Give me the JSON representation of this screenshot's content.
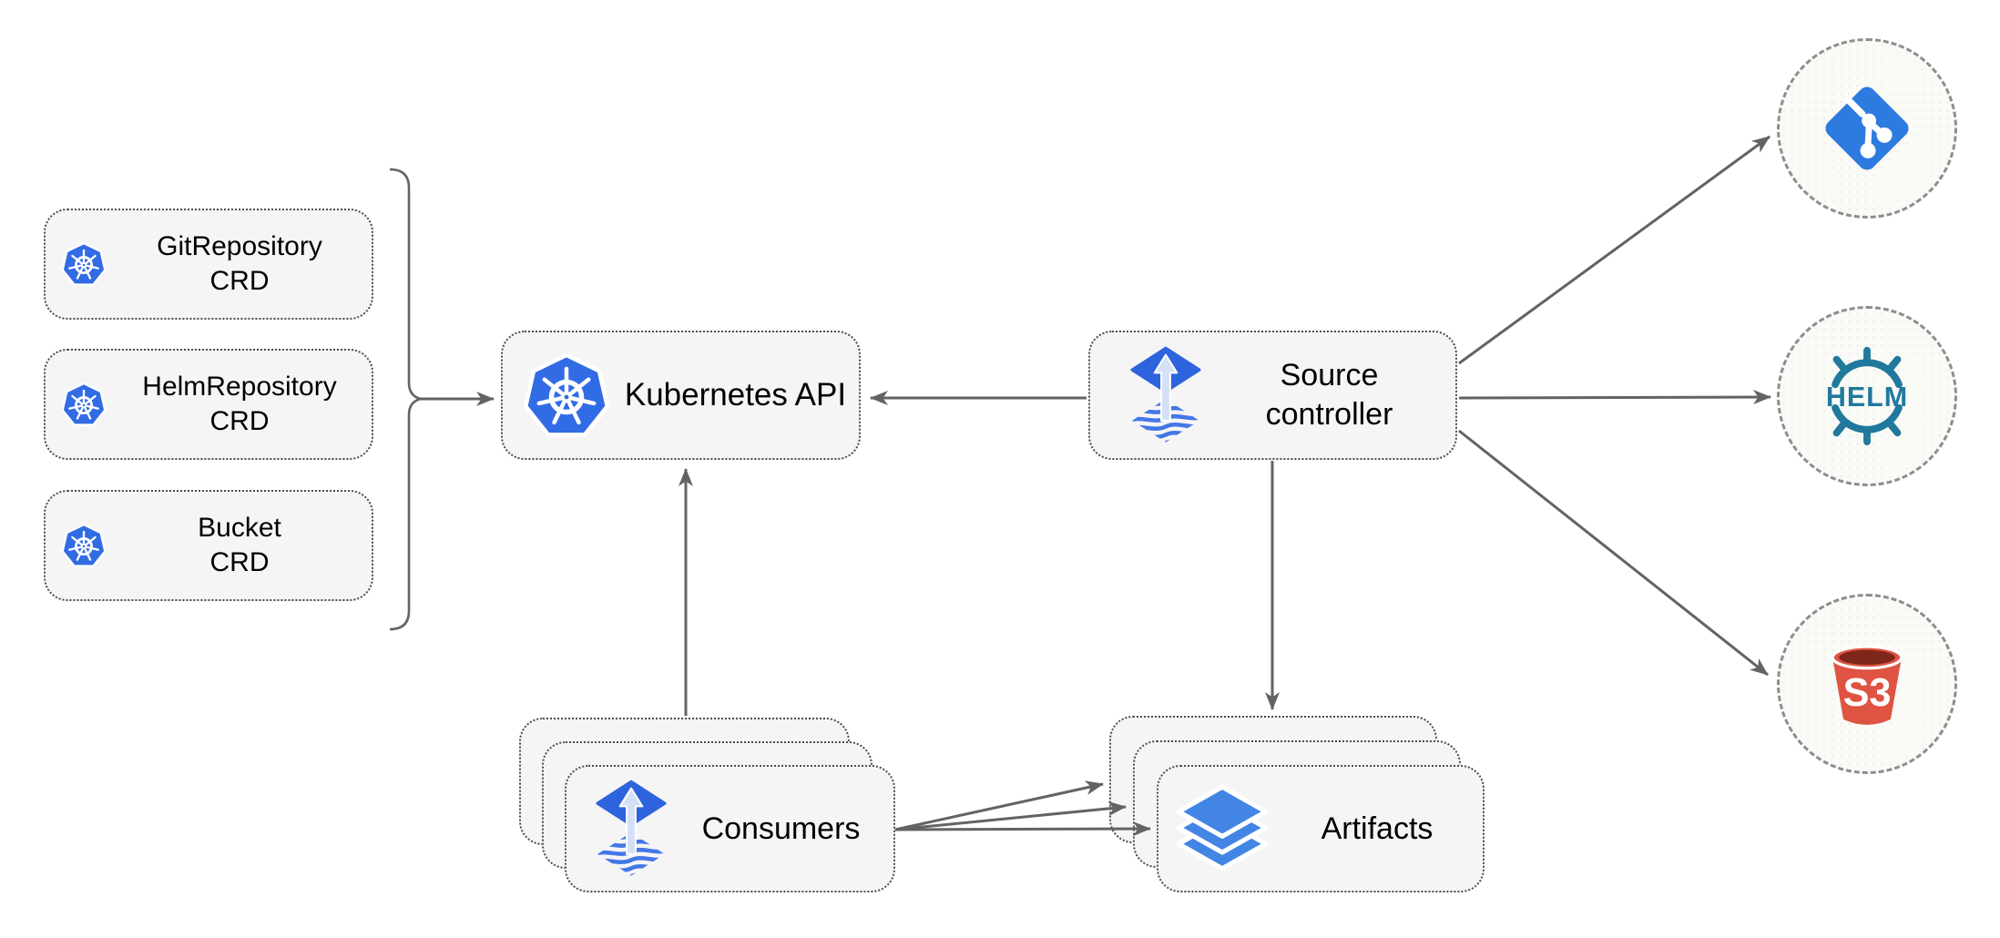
{
  "diagram_name": "flux-source-controller-architecture",
  "colors": {
    "kubernetes_blue": "#326CE5",
    "flux_blue": "#2E63DE",
    "flux_stripe_blue": "#4477E6",
    "flux_arrow_light": "#D3E0F6",
    "layers_blue": "#4285E4",
    "git_blue": "#2E7BE0",
    "helm_teal": "#20799C",
    "s3_red": "#DE5342",
    "s3_dark_red": "#7E2619",
    "arrow_gray": "#636363",
    "node_fill": "#F5F5F6",
    "node_border": "#4D4D4D",
    "circle_fill": "#FAFAF7",
    "circle_border": "#8E8E8E",
    "label_black": "#000000"
  },
  "nodes": {
    "crd_list": [
      {
        "line1": "GitRepository",
        "line2": "CRD",
        "icon": "kubernetes-logo-icon"
      },
      {
        "line1": "HelmRepository",
        "line2": "CRD",
        "icon": "kubernetes-logo-icon"
      },
      {
        "line1": "Bucket",
        "line2": "CRD",
        "icon": "kubernetes-logo-icon"
      }
    ],
    "kubernetes_api": {
      "label": "Kubernetes API",
      "icon": "kubernetes-logo-icon"
    },
    "source_controller": {
      "line1": "Source",
      "line2": "controller",
      "icon": "flux-source-controller-icon"
    },
    "consumers": {
      "label": "Consumers",
      "icon": "flux-source-controller-icon",
      "stack_count": 3
    },
    "artifacts": {
      "label": "Artifacts",
      "icon": "layers-icon",
      "stack_count": 3
    }
  },
  "endpoints": {
    "git": {
      "icon": "git-icon"
    },
    "helm": {
      "icon": "helm-icon",
      "label": "HELM"
    },
    "s3": {
      "icon": "s3-bucket-icon",
      "label": "S3"
    }
  },
  "edges": [
    {
      "from": "crd-group",
      "to": "kubernetes-api"
    },
    {
      "from": "source-controller",
      "to": "kubernetes-api"
    },
    {
      "from": "consumers",
      "to": "kubernetes-api"
    },
    {
      "from": "source-controller",
      "to": "artifacts"
    },
    {
      "from": "source-controller",
      "to": "git"
    },
    {
      "from": "source-controller",
      "to": "helm"
    },
    {
      "from": "source-controller",
      "to": "s3"
    },
    {
      "from": "consumers",
      "to": "artifacts"
    },
    {
      "from": "consumers",
      "to": "artifacts"
    },
    {
      "from": "consumers",
      "to": "artifacts"
    }
  ]
}
